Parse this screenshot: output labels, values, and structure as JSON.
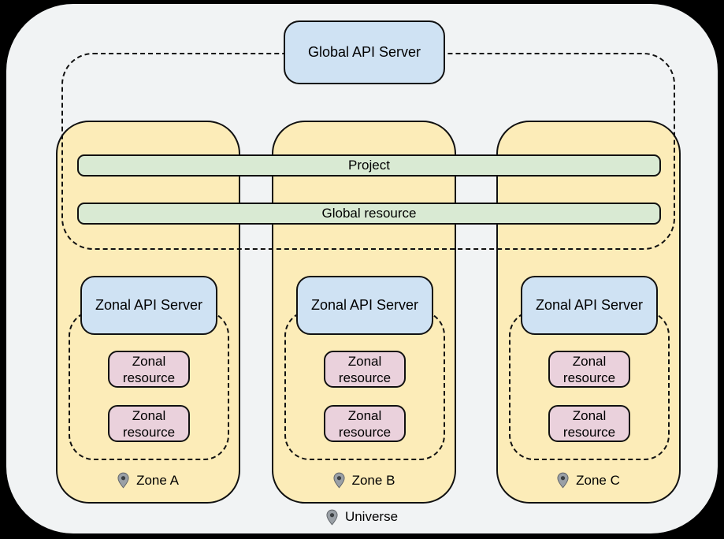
{
  "colors": {
    "background": "#000000",
    "panel": "#f1f3f4",
    "zone_fill": "#fcecb8",
    "bar_fill": "#d9ead3",
    "api_fill": "#cfe2f3",
    "resource_fill": "#ead1dc",
    "border": "#111111",
    "pin_fill": "#9aa0a6",
    "pin_dot": "#3c4043"
  },
  "global_api_server": {
    "label": "Global API Server"
  },
  "bars": {
    "project": "Project",
    "global_resource": "Global resource"
  },
  "zones": [
    {
      "name": "Zone A",
      "api_server_label": "Zonal API Server",
      "resources": [
        "Zonal resource",
        "Zonal resource"
      ]
    },
    {
      "name": "Zone B",
      "api_server_label": "Zonal API Server",
      "resources": [
        "Zonal resource",
        "Zonal resource"
      ]
    },
    {
      "name": "Zone C",
      "api_server_label": "Zonal API Server",
      "resources": [
        "Zonal resource",
        "Zonal resource"
      ]
    }
  ],
  "universe": {
    "label": "Universe"
  }
}
